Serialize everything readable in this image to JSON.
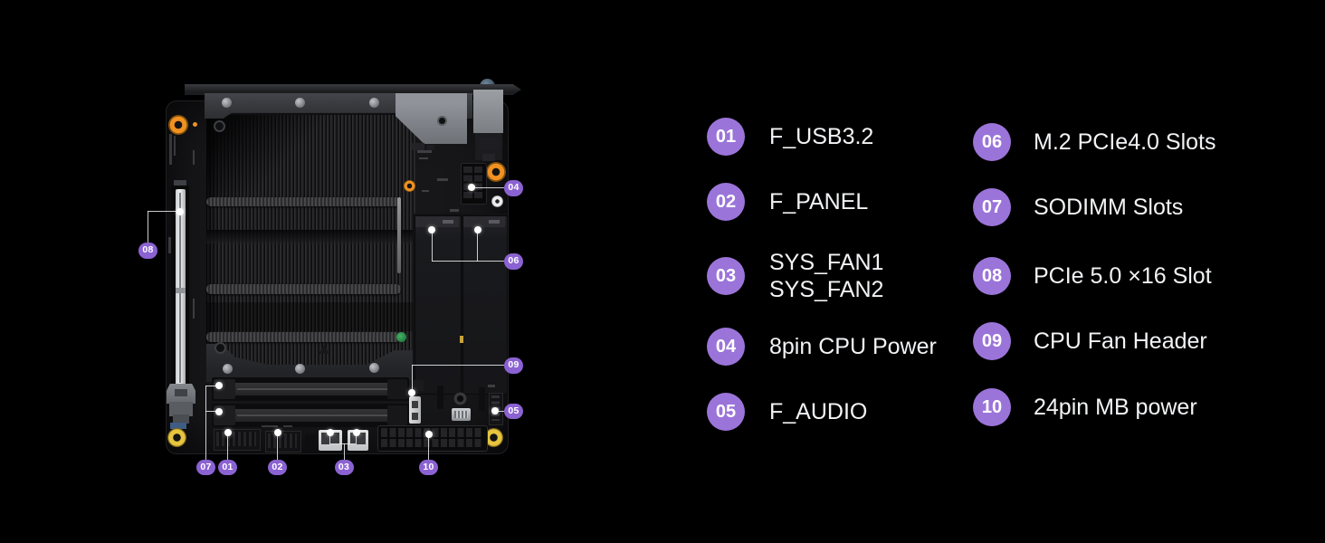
{
  "legend": {
    "column1": [
      {
        "number": "01",
        "label": "F_USB3.2"
      },
      {
        "number": "02",
        "label": "F_PANEL"
      },
      {
        "number": "03",
        "label": "SYS_FAN1\nSYS_FAN2"
      },
      {
        "number": "04",
        "label": "8pin CPU Power"
      },
      {
        "number": "05",
        "label": "F_AUDIO"
      }
    ],
    "column2": [
      {
        "number": "06",
        "label": "M.2 PCIe4.0 Slots"
      },
      {
        "number": "07",
        "label": "SODIMM Slots"
      },
      {
        "number": "08",
        "label": "PCIe 5.0 ×16 Slot"
      },
      {
        "number": "09",
        "label": "CPU Fan Header"
      },
      {
        "number": "10",
        "label": "24pin MB power"
      }
    ]
  },
  "callouts": {
    "c01": "01",
    "c02": "02",
    "c03": "03",
    "c04": "04",
    "c05": "05",
    "c06": "06",
    "c07": "07",
    "c08": "08",
    "c09": "09",
    "c10": "10"
  },
  "colors": {
    "background": "#000000",
    "legend_circle_purple": "#9b74d9",
    "board_label_purple": "#8b62d2",
    "callout_line_white": "#ecedf2",
    "pcb_dark": "#17171a",
    "standoff_orange": "#f09122",
    "standoff_yellow": "#e7c43f"
  }
}
